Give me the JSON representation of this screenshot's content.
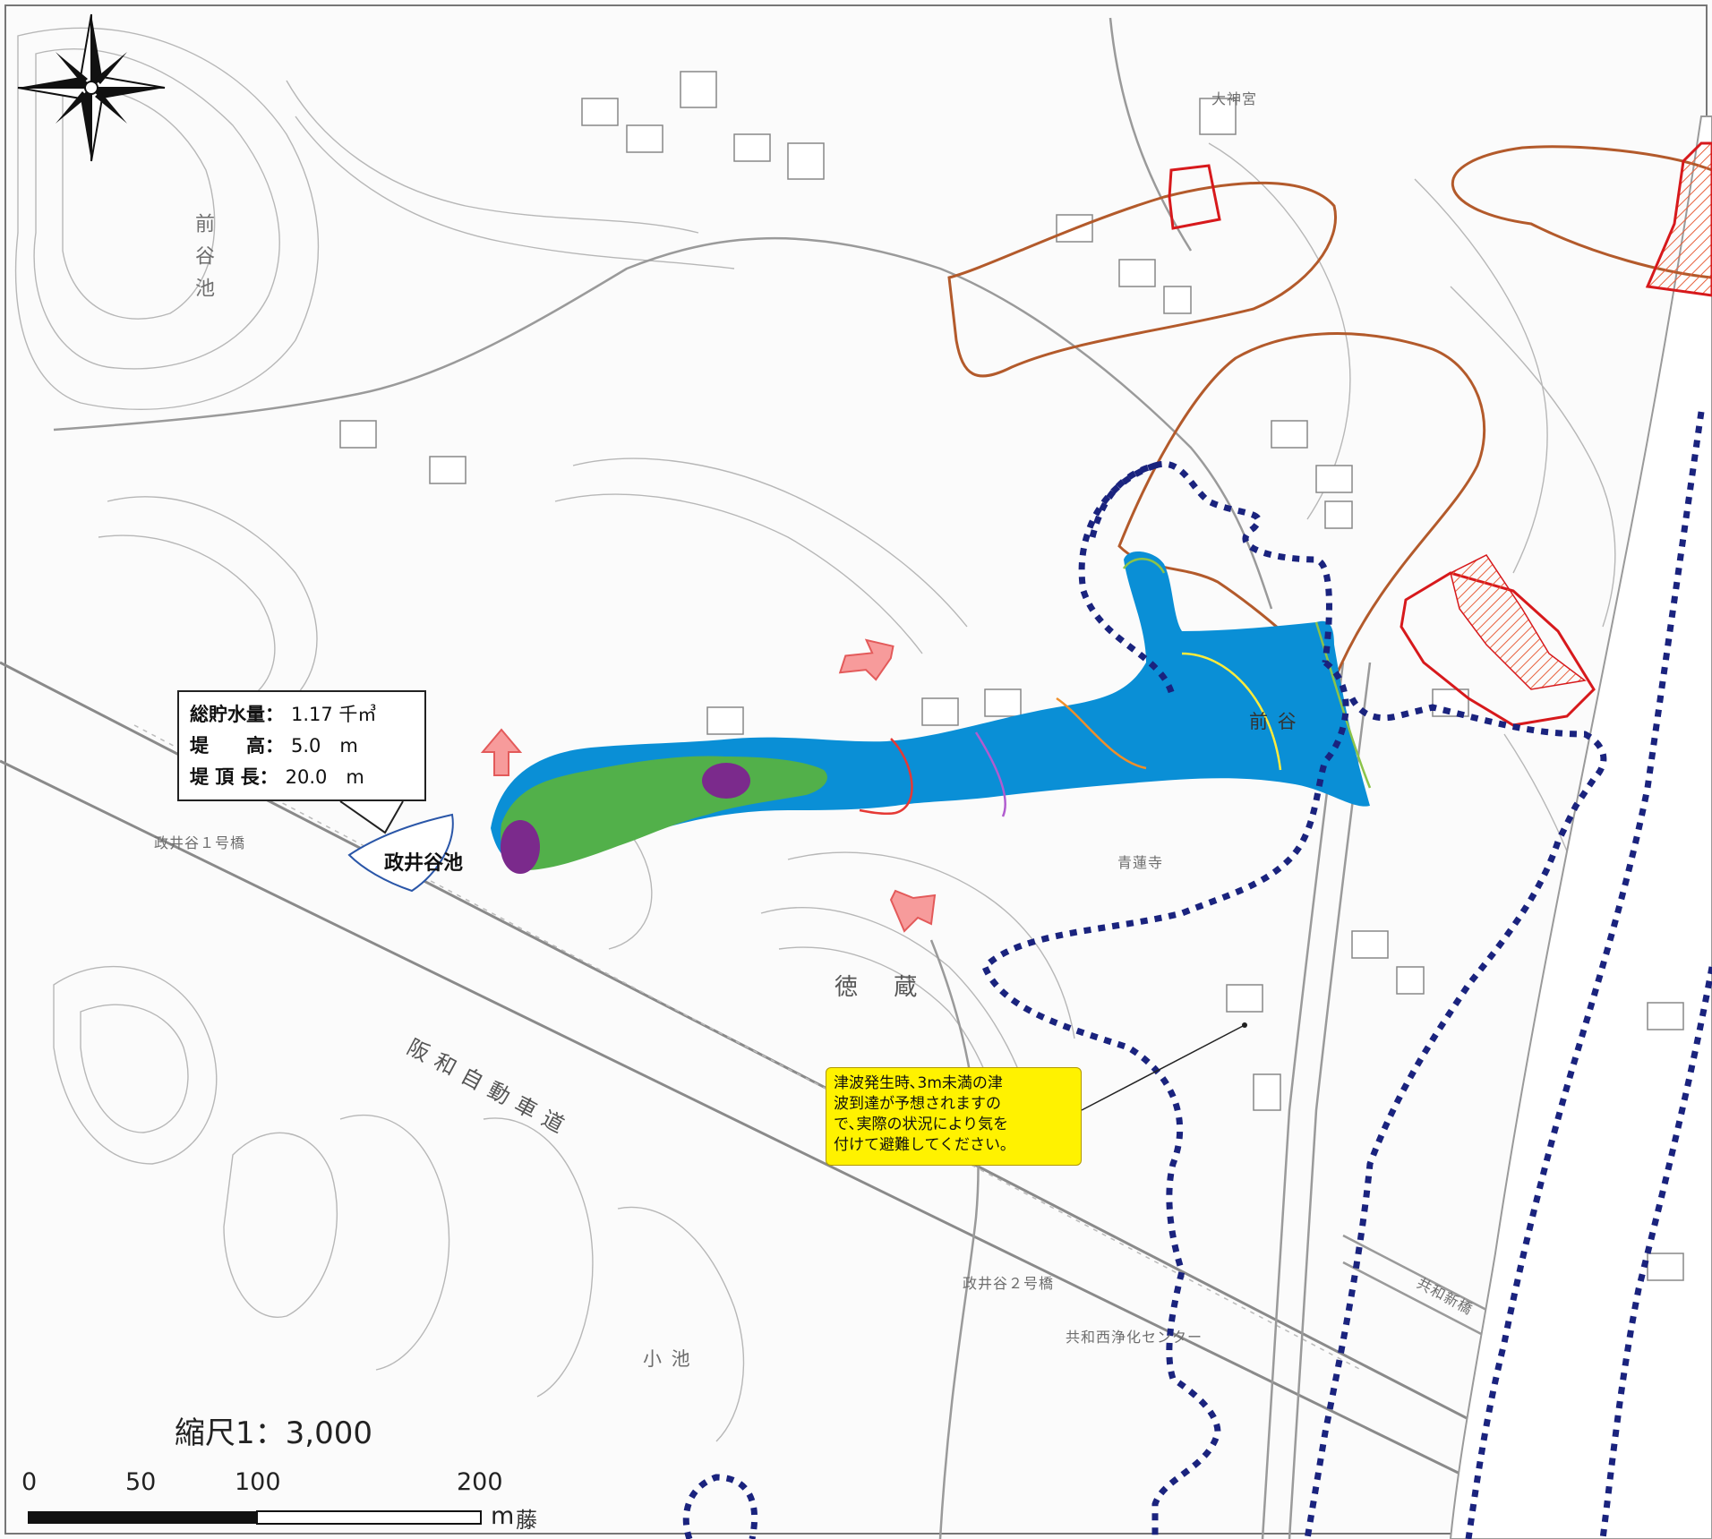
{
  "colors": {
    "inundation_deep": "#7b2a8c",
    "inundation_mid": "#52b04a",
    "inundation_shallow": "#0a8fd6",
    "tsunami_boundary": "#1a237e",
    "landslide_zone": "#b35a2b",
    "special_zone": "#d7191c",
    "evacuation_arrow": "#f79b9b"
  },
  "icons": [
    "compass-rose-icon",
    "evacuation-arrow-icon"
  ],
  "labels": {
    "maedani_ike": "前谷池",
    "daijingu": "大神宮",
    "maedani": "前 谷",
    "seirenji": "青蓮寺",
    "tokuzo": "徳 蔵",
    "hanwa_expressway": "阪和自動車道",
    "masaidani_bridge1": "政井谷１号橋",
    "masaidani_bridge2": "政井谷２号橋",
    "kyowa_nishi_center": "共和西浄化センター",
    "kyowa_shin_bridge": "共和新橋",
    "koike": "小 池",
    "fuji": "藤"
  },
  "infobox": {
    "storage_label": "総貯水量：",
    "storage_value": "1.17 千㎥",
    "height_label": "堤　　高：",
    "height_value": "5.0　m",
    "length_label": "堤 頂 長：",
    "length_value": "20.0　m"
  },
  "pond_name": "政井谷池",
  "tsunami_note": {
    "line1": "津波発生時､3m未満の津",
    "line2": "波到達が予想されますの",
    "line3": "で､実際の状況により気を",
    "line4": "付けて避難してください｡"
  },
  "scale": {
    "title": "縮尺1：3,000",
    "ticks": [
      "0",
      "50",
      "100",
      "200"
    ],
    "unit": "m"
  }
}
